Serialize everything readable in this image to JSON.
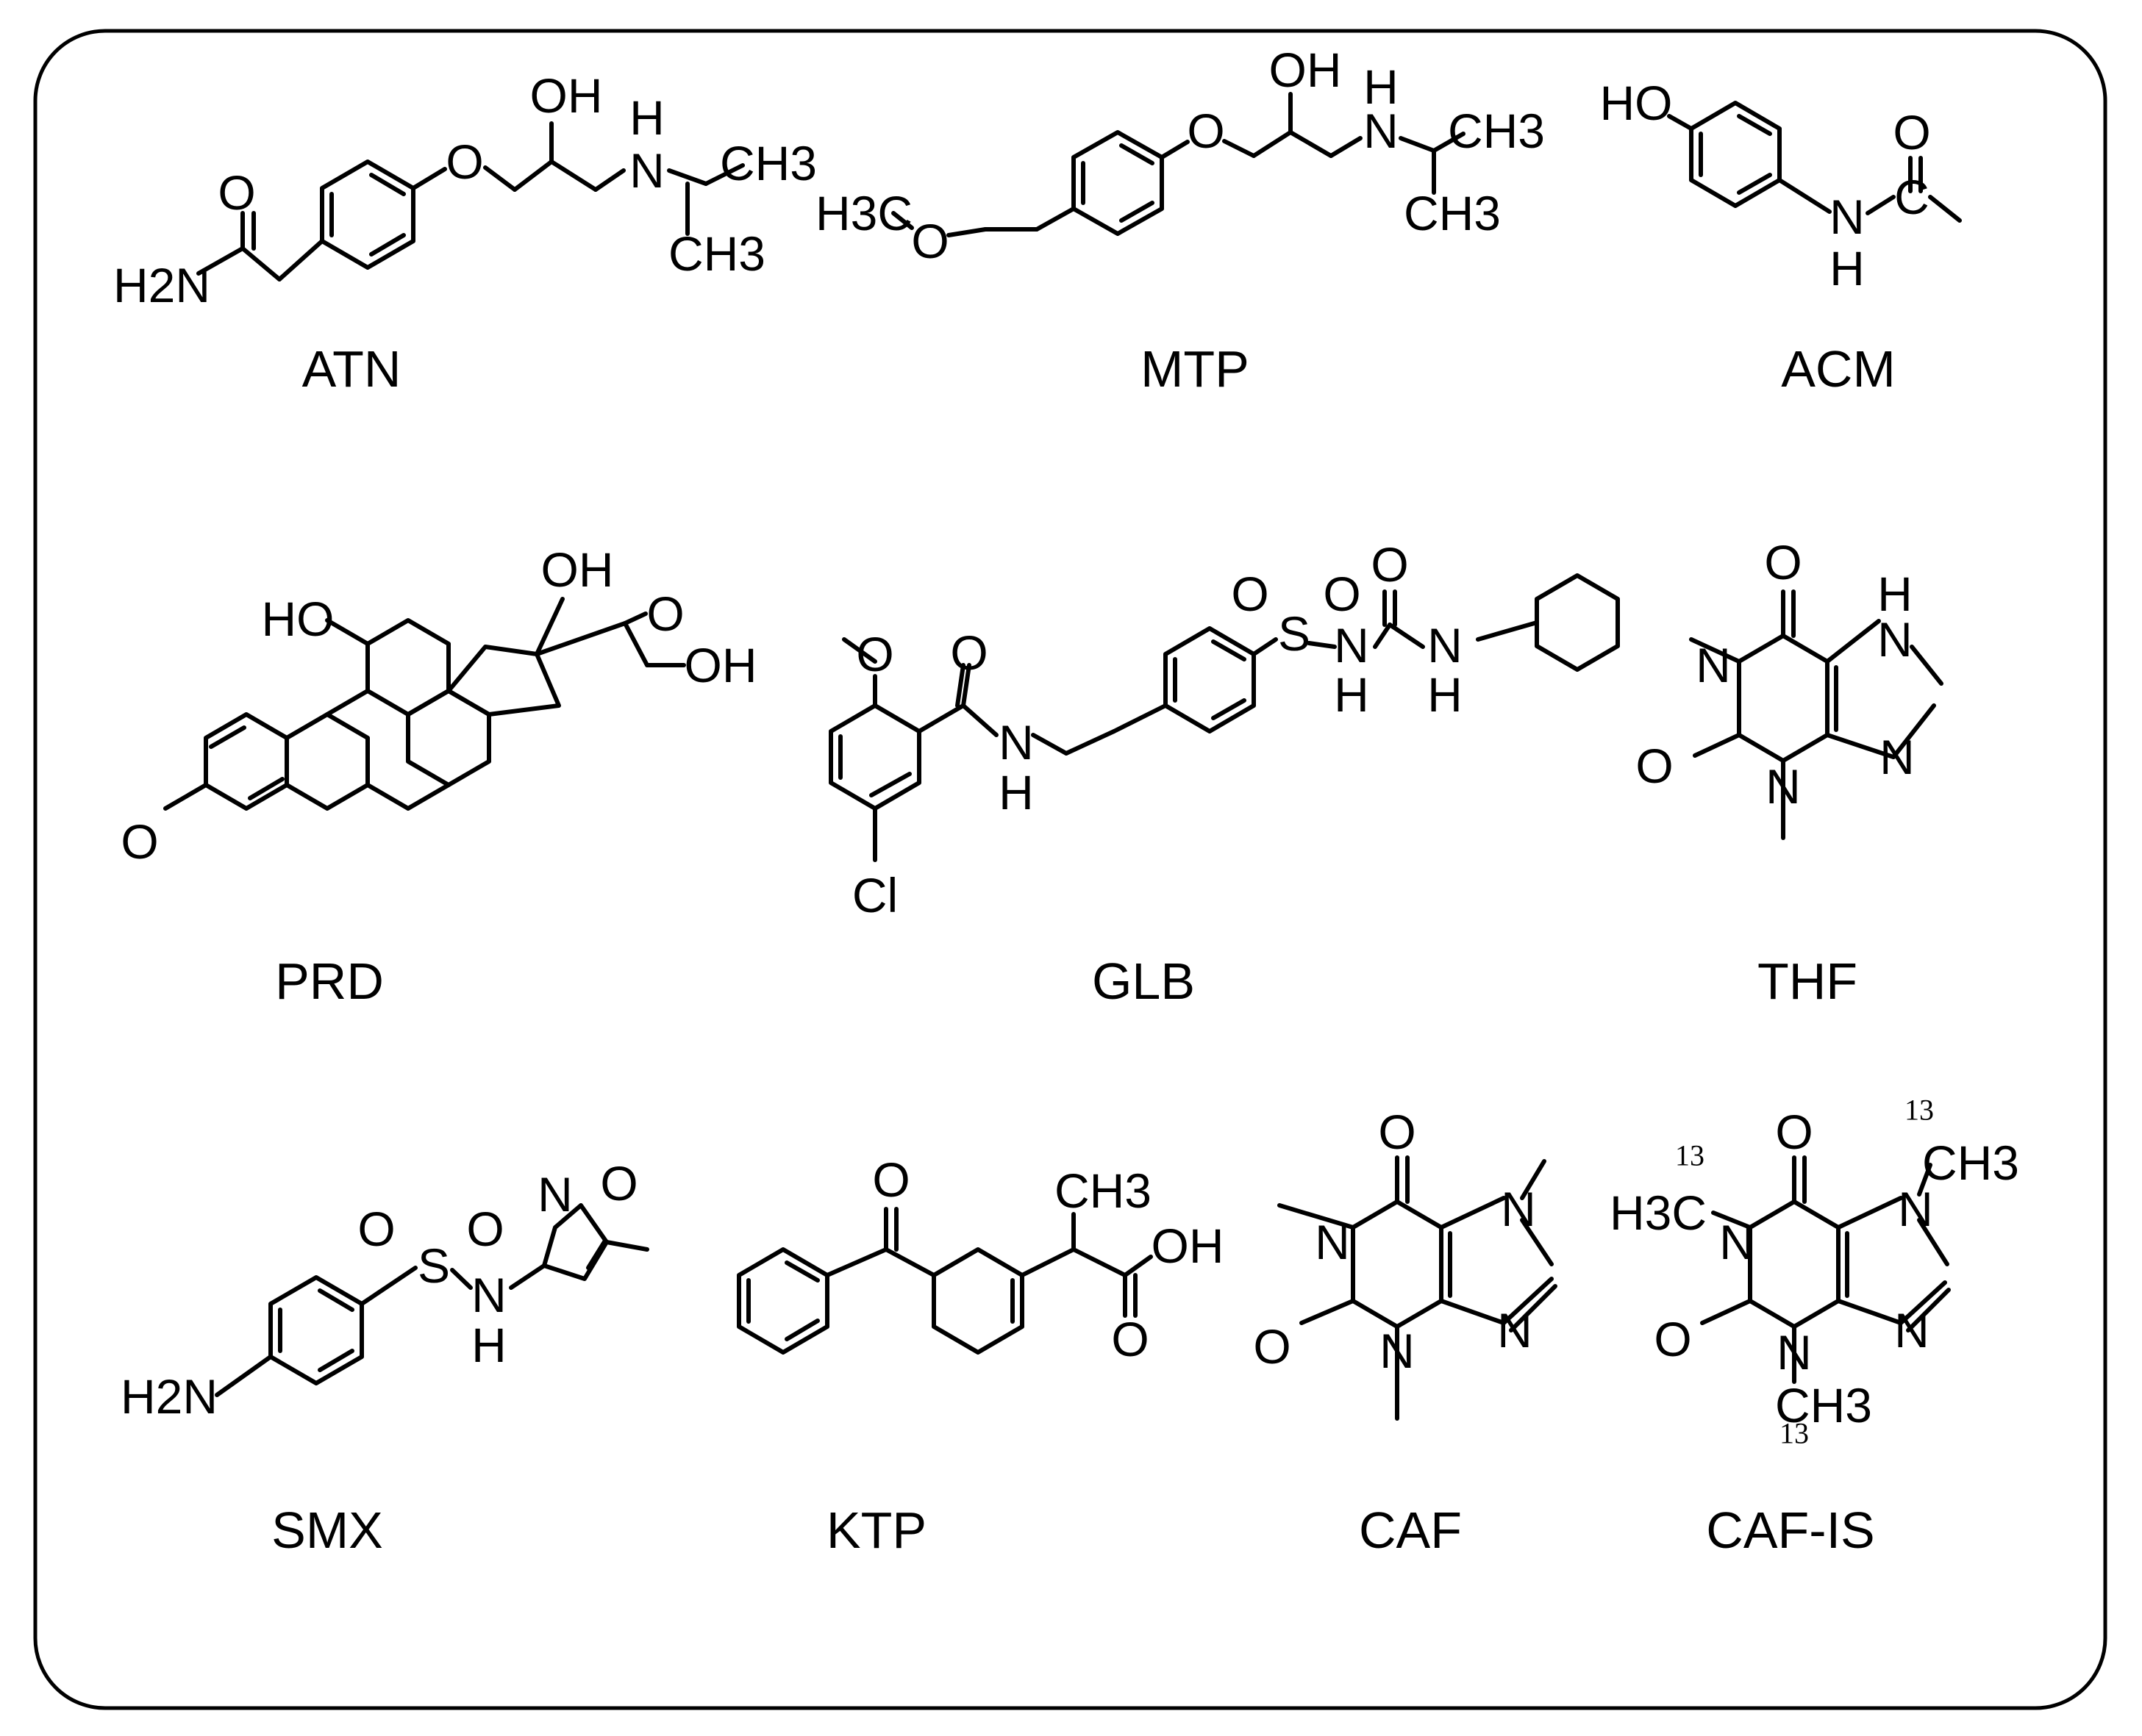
{
  "panel": {
    "border_color": "#000000",
    "background": "#ffffff"
  },
  "compounds": [
    {
      "label": "ATN",
      "atoms": [
        "OH",
        "N",
        "H",
        "O",
        "O",
        "H2N",
        "CH3",
        "CH3"
      ]
    },
    {
      "label": "MTP",
      "atoms": [
        "OH",
        "H",
        "N",
        "O",
        "CH3",
        "CH3",
        "H3C",
        "O"
      ]
    },
    {
      "label": "ACM",
      "atoms": [
        "HO",
        "O",
        "N",
        "H",
        "C"
      ]
    },
    {
      "label": "PRD",
      "atoms": [
        "OH",
        "HO",
        "O",
        "OH",
        "O"
      ]
    },
    {
      "label": "GLB",
      "atoms": [
        "O",
        "O",
        "S",
        "O",
        "O",
        "N",
        "H",
        "N",
        "H",
        "O",
        "N",
        "H",
        "Cl"
      ]
    },
    {
      "label": "THF",
      "atoms": [
        "O",
        "H",
        "N",
        "N",
        "N",
        "O",
        "N"
      ]
    },
    {
      "label": "SMX",
      "atoms": [
        "N",
        "O",
        "O",
        "S",
        "O",
        "N",
        "H",
        "H2N"
      ]
    },
    {
      "label": "KTP",
      "atoms": [
        "O",
        "CH3",
        "OH",
        "O"
      ]
    },
    {
      "label": "CAF",
      "atoms": [
        "O",
        "N",
        "N",
        "O",
        "N",
        "N"
      ]
    },
    {
      "label": "CAF-IS",
      "atoms": [
        "O",
        "13",
        "13",
        "CH3",
        "H3C",
        "N",
        "N",
        "O",
        "N",
        "N",
        "CH3",
        "13"
      ]
    }
  ]
}
